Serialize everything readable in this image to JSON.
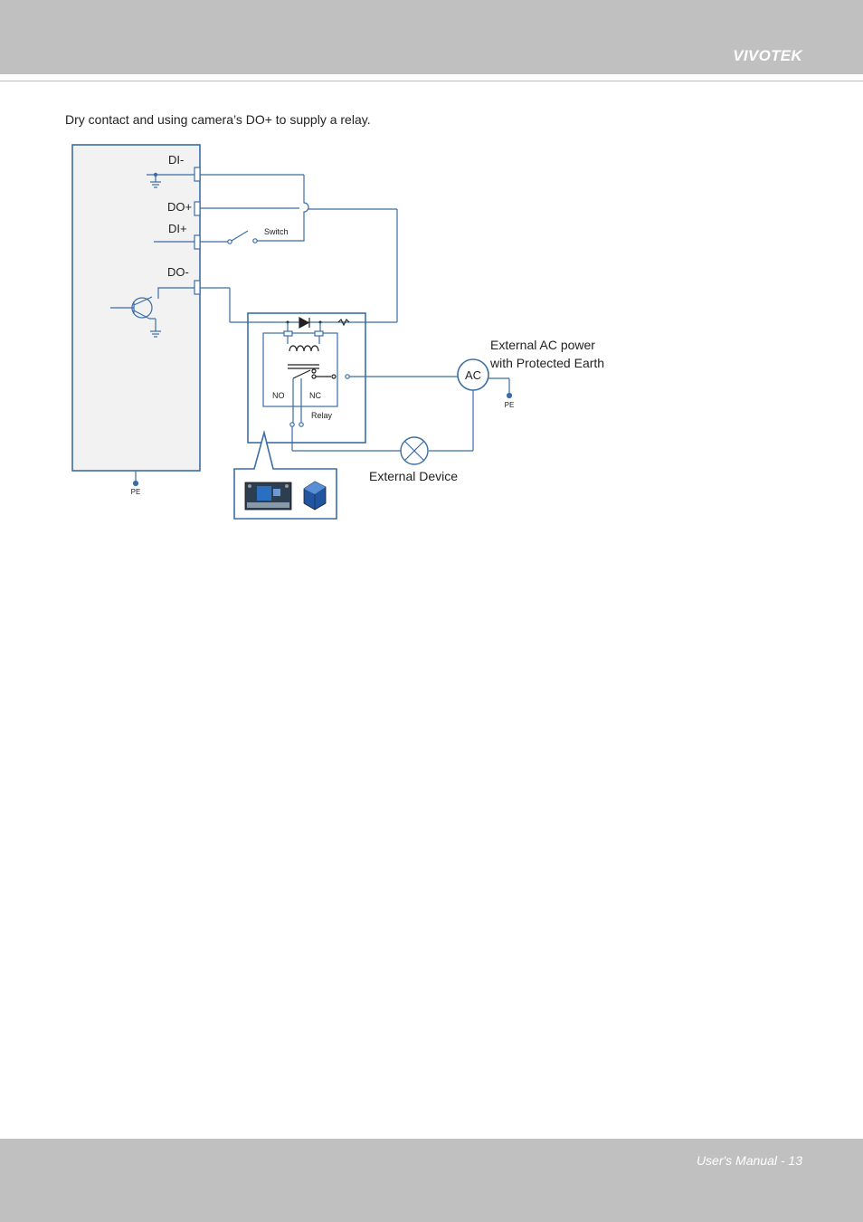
{
  "header": {
    "brand": "VIVOTEK",
    "band_color": "#c0c0c0"
  },
  "caption": "Dry contact and using camera’s DO+ to supply a relay.",
  "diagram": {
    "wire_color": "#3b6ea5",
    "terminals": {
      "di_minus": "DI-",
      "do_plus": "DO+",
      "di_plus": "DI+",
      "do_minus": "DO-"
    },
    "switch_label": "Switch",
    "relay": {
      "label": "Relay",
      "no_label": "NO",
      "nc_label": "NC"
    },
    "ac_source": {
      "symbol": "AC",
      "description_line1": "External AC power",
      "description_line2": "with Protected Earth",
      "earth_label": "PE"
    },
    "camera_earth_label": "PE",
    "external_device_label": "External Device",
    "icons": [
      "ground-icon",
      "transistor-icon",
      "diode-icon",
      "resistor-icon",
      "coil-icon",
      "lamp-icon",
      "relay-photo-icon"
    ]
  },
  "footer": {
    "page_label": "User's Manual - 13"
  }
}
